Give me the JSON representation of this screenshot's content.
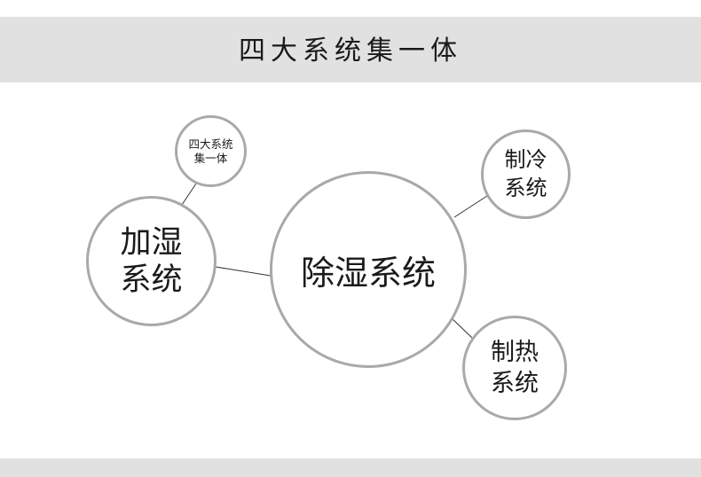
{
  "header": {
    "title": "四大系统集一体"
  },
  "diagram": {
    "center": {
      "label": "除湿系统"
    },
    "nodes": [
      {
        "id": "humidify",
        "lines": [
          "加湿",
          "系统"
        ]
      },
      {
        "id": "four-systems",
        "lines": [
          "四大系统",
          "集一体"
        ]
      },
      {
        "id": "cooling",
        "lines": [
          "制冷",
          "系统"
        ]
      },
      {
        "id": "heating",
        "lines": [
          "制热",
          "系统"
        ]
      }
    ]
  },
  "colors": {
    "banner": "#e1e1e1",
    "circle_border": "#a9a9a9",
    "connector": "#333333",
    "text": "#1a1a1a"
  }
}
